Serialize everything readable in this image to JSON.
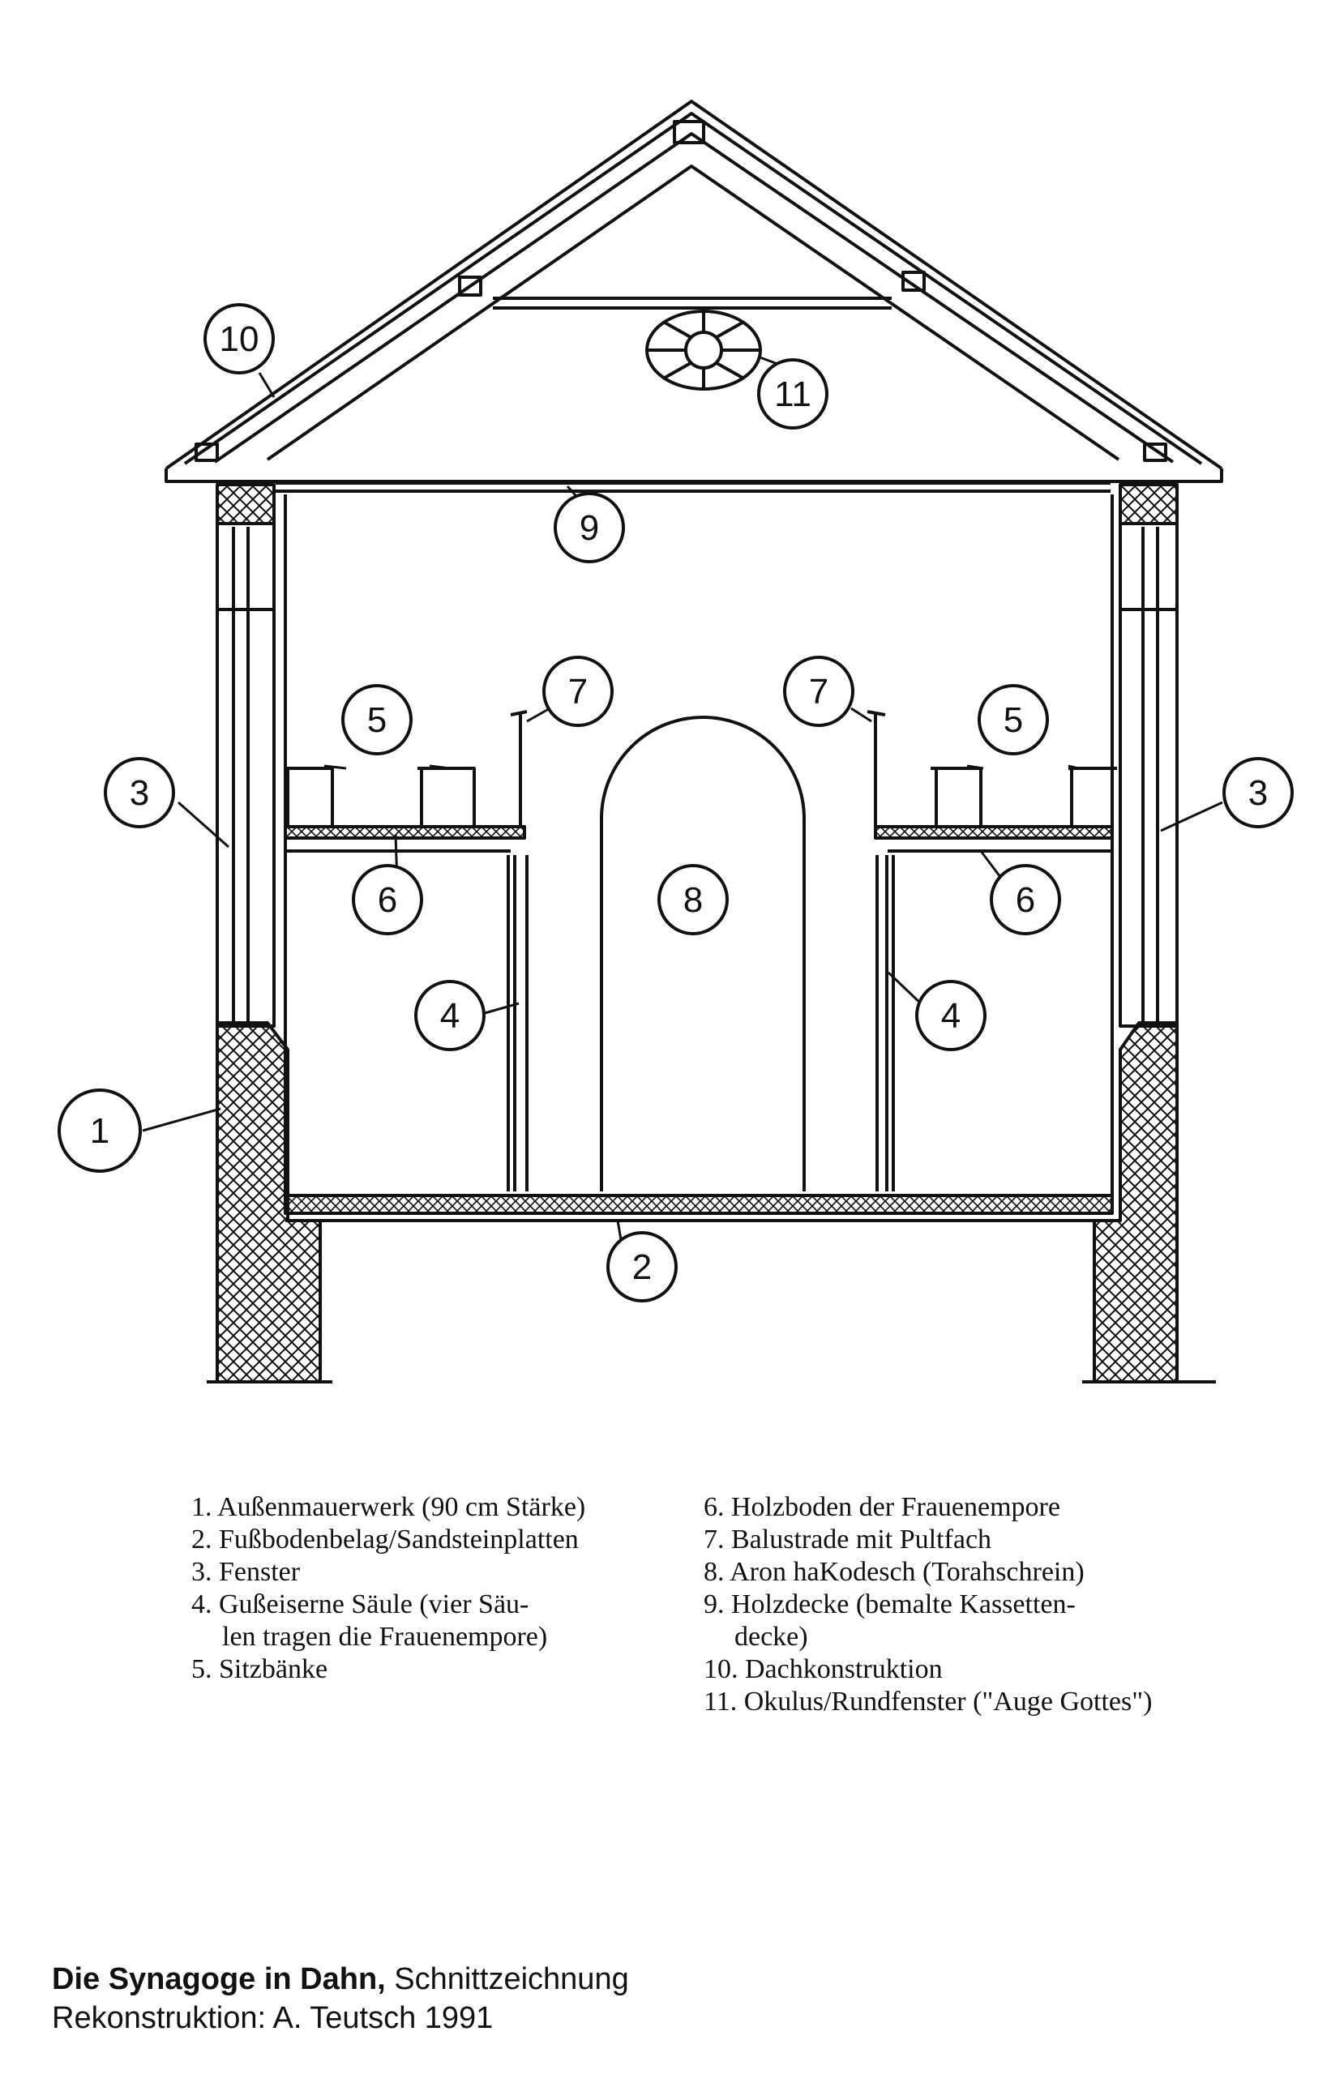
{
  "markers": [
    "1",
    "2",
    "3",
    "3",
    "4",
    "4",
    "5",
    "5",
    "6",
    "6",
    "7",
    "7",
    "8",
    "9",
    "10",
    "11"
  ],
  "legend_left": [
    {
      "num": "1.",
      "text": "Außenmauerwerk (90 cm Stärke)"
    },
    {
      "num": "2.",
      "text": "Fußbodenbelag/Sandsteinplatten"
    },
    {
      "num": "3.",
      "text": "Fenster"
    },
    {
      "num": "4.",
      "text": "Gußeiserne Säule (vier Säu-",
      "cont": "len tragen die Frauenempore)"
    },
    {
      "num": "5.",
      "text": "Sitzbänke"
    }
  ],
  "legend_right": [
    {
      "num": "6.",
      "text": "Holzboden der Frauenempore"
    },
    {
      "num": "7.",
      "text": "Balustrade mit Pultfach"
    },
    {
      "num": "8.",
      "text": "Aron haKodesch (Torahschrein)"
    },
    {
      "num": "9.",
      "text": "Holzdecke (bemalte Kassetten-",
      "cont": "decke)"
    },
    {
      "num": "10.",
      "text": "Dachkonstruktion"
    },
    {
      "num": "11.",
      "text": "Okulus/Rundfenster (\"Auge Gottes\")"
    }
  ],
  "caption": {
    "title": "Die Synagoge in Dahn,",
    "subtitle": "Schnittzeichnung",
    "line2": "Rekonstruktion: A. Teutsch 1991"
  }
}
